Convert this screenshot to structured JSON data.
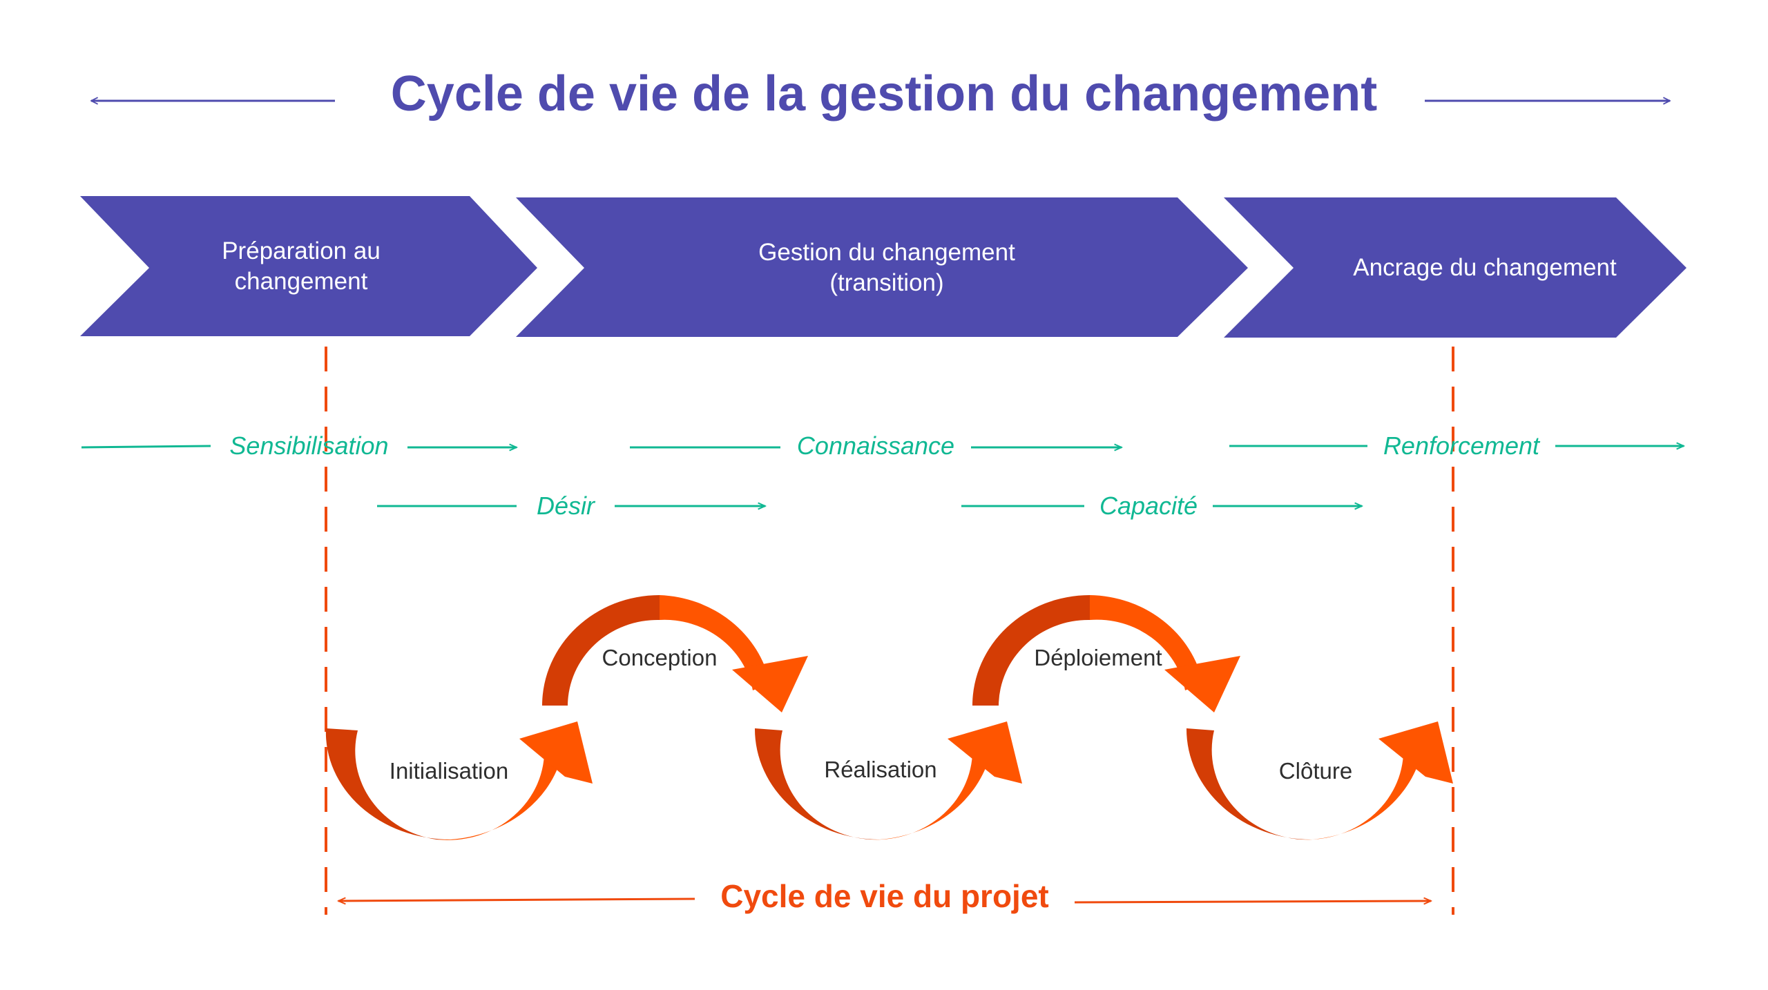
{
  "title": "Cycle de vie de la gestion du changement",
  "colors": {
    "title": "#4F4BAE",
    "chevron_fill": "#4F4BAE",
    "chevron_text": "#FFFFFF",
    "adkar_green": "#10B893",
    "project_orange": "#F04A0E",
    "arc_light": "#FF5500",
    "arc_dark": "#D43D05"
  },
  "phases": [
    {
      "line1": "Préparation au",
      "line2": "changement"
    },
    {
      "line1": "Gestion du changement",
      "line2": "(transition)"
    },
    {
      "line1": "Ancrage du changement",
      "line2": ""
    }
  ],
  "adkar": [
    {
      "label": "Sensibilisation"
    },
    {
      "label": "Désir"
    },
    {
      "label": "Connaissance"
    },
    {
      "label": "Capacité"
    },
    {
      "label": "Renforcement"
    }
  ],
  "project_steps": [
    {
      "label": "Initialisation"
    },
    {
      "label": "Conception"
    },
    {
      "label": "Réalisation"
    },
    {
      "label": "Déploiement"
    },
    {
      "label": "Clôture"
    }
  ],
  "project_title": "Cycle de vie du projet",
  "icons": {
    "title_arrows": "double-headed-arrow",
    "cycle_arrows": "curved-arrow",
    "boundaries": "dashed-line"
  }
}
